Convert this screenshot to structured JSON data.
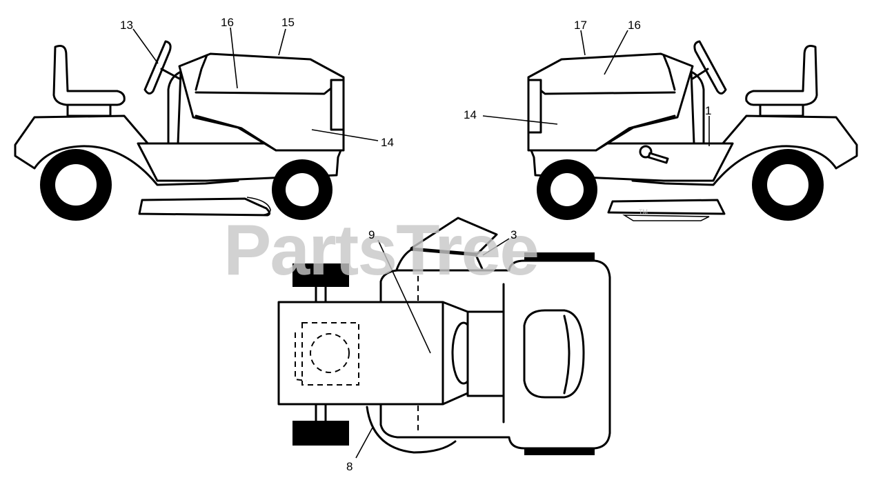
{
  "watermark": {
    "text": "PartsTree",
    "trademark": "TM"
  },
  "callouts": {
    "left_view": [
      "13",
      "16",
      "15",
      "14"
    ],
    "right_view": [
      "17",
      "16",
      "14",
      "1"
    ],
    "top_view": [
      "9",
      "3",
      "8"
    ]
  },
  "colors": {
    "line": "#000000",
    "background": "#ffffff",
    "watermark": "#c8c8c8"
  }
}
